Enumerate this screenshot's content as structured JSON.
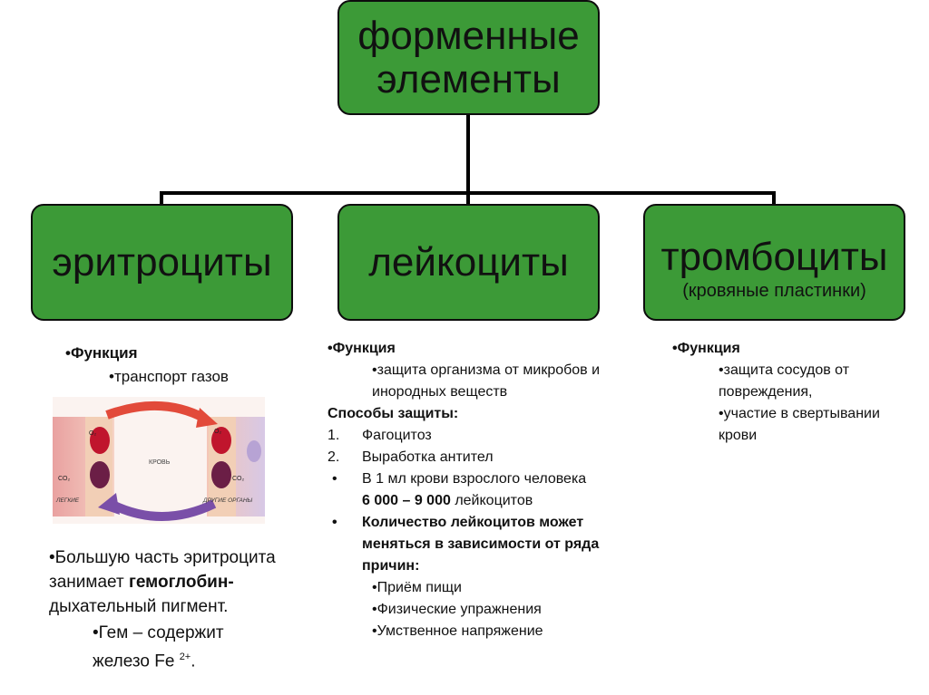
{
  "root": {
    "label_line1": "форменные",
    "label_line2": "элементы"
  },
  "erythrocytes": {
    "title": "эритроциты",
    "function_label": "•Функция",
    "function_item": "•транспорт газов",
    "diagram": {
      "o2_left": "O₂",
      "co2_left": "CO₂",
      "blood": "КРОВЬ",
      "o2_right": "O₂",
      "co2_right": "CO₂",
      "lungs": "ЛЕГКИЕ",
      "organs": "ДРУГИЕ ОРГАНЫ"
    },
    "hemoglobin_line1": "•Большую часть  эритроцита",
    "hemoglobin_line2_a": "занимает ",
    "hemoglobin_line2_b": "гемоглобин-",
    "hemoglobin_line3": "дыхательный пигмент.",
    "heme_line1": "•Гем – содержит",
    "heme_line2": "железо Fe ",
    "heme_sup": "2+",
    "heme_end": "."
  },
  "leukocytes": {
    "title": "лейкоциты",
    "function_label": "•Функция",
    "function_item_line1": "•защита организма от микробов и",
    "function_item_line2": "инородных веществ",
    "defense_title": "Способы защиты:",
    "list": [
      {
        "marker": "1.",
        "text": "Фагоцитоз"
      },
      {
        "marker": "2.",
        "text": "Выработка антител"
      }
    ],
    "count_marker": "•",
    "count_line1": "В 1 мл крови взрослого человека",
    "count_line2_bold": "6 000 – 9 000",
    "count_line2_rest": " лейкоцитов",
    "change_marker": "•",
    "change_line1": "Количество лейкоцитов может",
    "change_line2": "меняться в зависимости от ряда",
    "change_line3": "причин:",
    "reasons": [
      "•Приём пищи",
      "•Физические упражнения",
      "•Умственное напряжение"
    ]
  },
  "thrombocytes": {
    "title": "тромбоциты",
    "subtitle": "(кровяные пластинки)",
    "function_label": "•Функция",
    "item1_line1": "•защита сосудов от",
    "item1_line2": "повреждения,",
    "item2_line1": "•участие в свертывании",
    "item2_line2": "крови"
  },
  "colors": {
    "box_fill": "#3c9a37",
    "box_border": "#0d0d0d",
    "connector": "#000000"
  }
}
